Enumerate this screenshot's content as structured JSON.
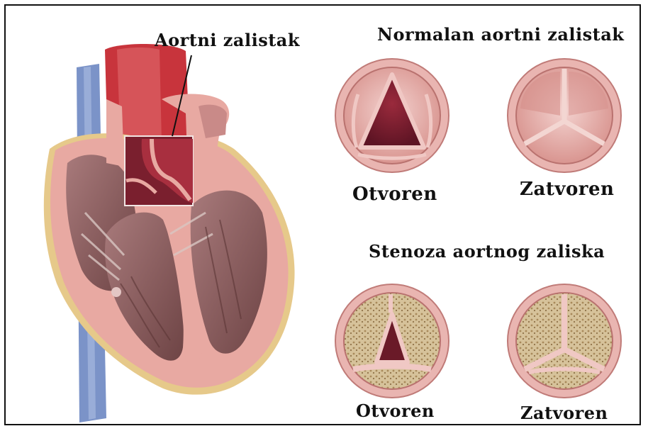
{
  "labels": {
    "pointer": "Aortni zalistak",
    "normal_title": "Normalan aortni zalistak",
    "normal_open": "Otvoren",
    "normal_closed": "Zatvoren",
    "stenosis_title": "Stenoza aortnog zaliska",
    "stenosis_open": "Otvoren",
    "stenosis_closed": "Zatvoren"
  },
  "colors": {
    "vein": "#7b93c8",
    "aorta": "#c8343c",
    "heart_outer": "#e8a9a2",
    "heart_inner": "#b38081",
    "muscle": "#8d5c5e",
    "fat": "#e6c98a",
    "valve_ring": "#e9b5b1",
    "valve_dark": "#7a1f2e",
    "calcified": "#c9b48a"
  }
}
